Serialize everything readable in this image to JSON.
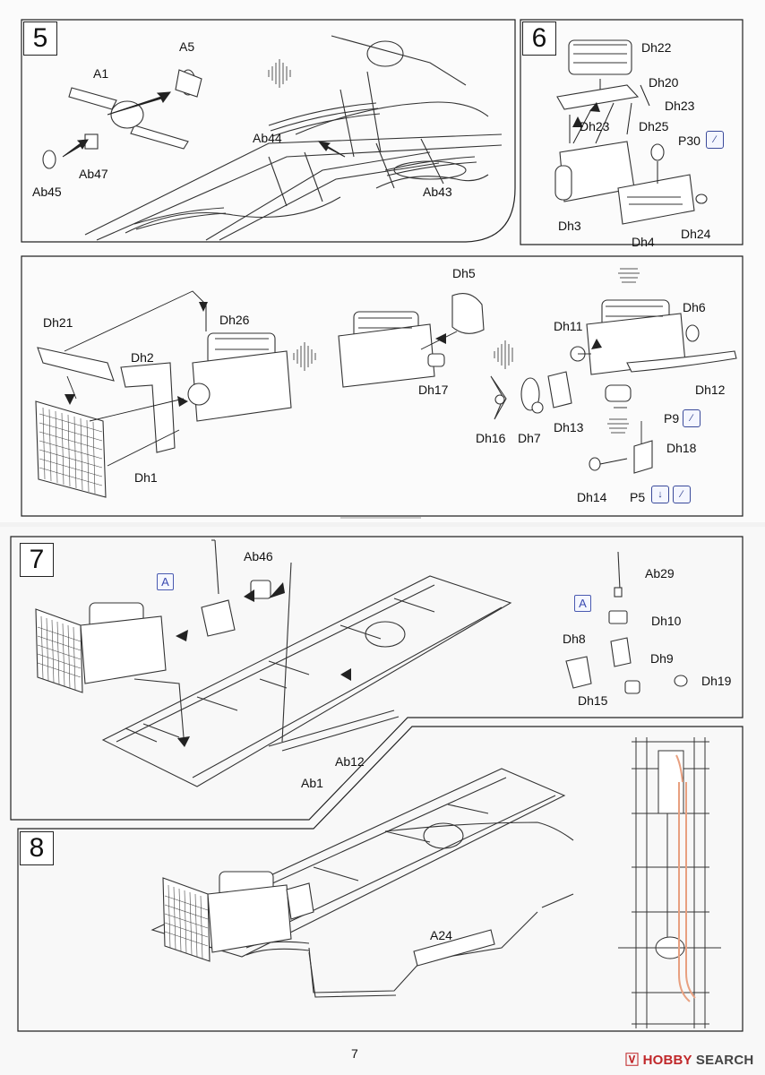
{
  "steps": {
    "s5": {
      "number": "5",
      "labels": {
        "a5": "A5",
        "a1": "A1",
        "ab44": "Ab44",
        "ab45": "Ab45",
        "ab47": "Ab47",
        "ab43": "Ab43"
      }
    },
    "s6a": {
      "number": "6",
      "labels": {
        "dh22": "Dh22",
        "dh20": "Dh20",
        "dh23a": "Dh23",
        "dh23b": "Dh23",
        "dh25": "Dh25",
        "p30": "P30",
        "dh3": "Dh3",
        "dh4": "Dh4",
        "dh24": "Dh24"
      }
    },
    "s6b": {
      "labels": {
        "dh21": "Dh21",
        "dh2": "Dh2",
        "dh1": "Dh1",
        "dh26": "Dh26",
        "dh5": "Dh5",
        "dh17": "Dh17",
        "dh11": "Dh11",
        "dh6": "Dh6",
        "dh12": "Dh12",
        "dh16": "Dh16",
        "dh7": "Dh7",
        "dh13": "Dh13",
        "p9": "P9",
        "dh18": "Dh18",
        "dh14": "Dh14",
        "p5": "P5"
      }
    },
    "s7": {
      "number": "7",
      "labels": {
        "ab46": "Ab46",
        "a_left": "A",
        "a_right": "A",
        "ab29": "Ab29",
        "dh10": "Dh10",
        "dh8": "Dh8",
        "dh9": "Dh9",
        "dh15": "Dh15",
        "dh19": "Dh19",
        "ab12": "Ab12",
        "ab1": "Ab1"
      }
    },
    "s8": {
      "number": "8",
      "labels": {
        "a24": "A24"
      }
    }
  },
  "footer": {
    "page_number": "7",
    "watermark_brand": "HOBBY",
    "watermark_rest": "SEARCH"
  },
  "colors": {
    "line": "#222222",
    "accent_icon": "#3a4a9a",
    "watermark_red": "#c0282a",
    "highlight_pipe": "#e8a080"
  }
}
